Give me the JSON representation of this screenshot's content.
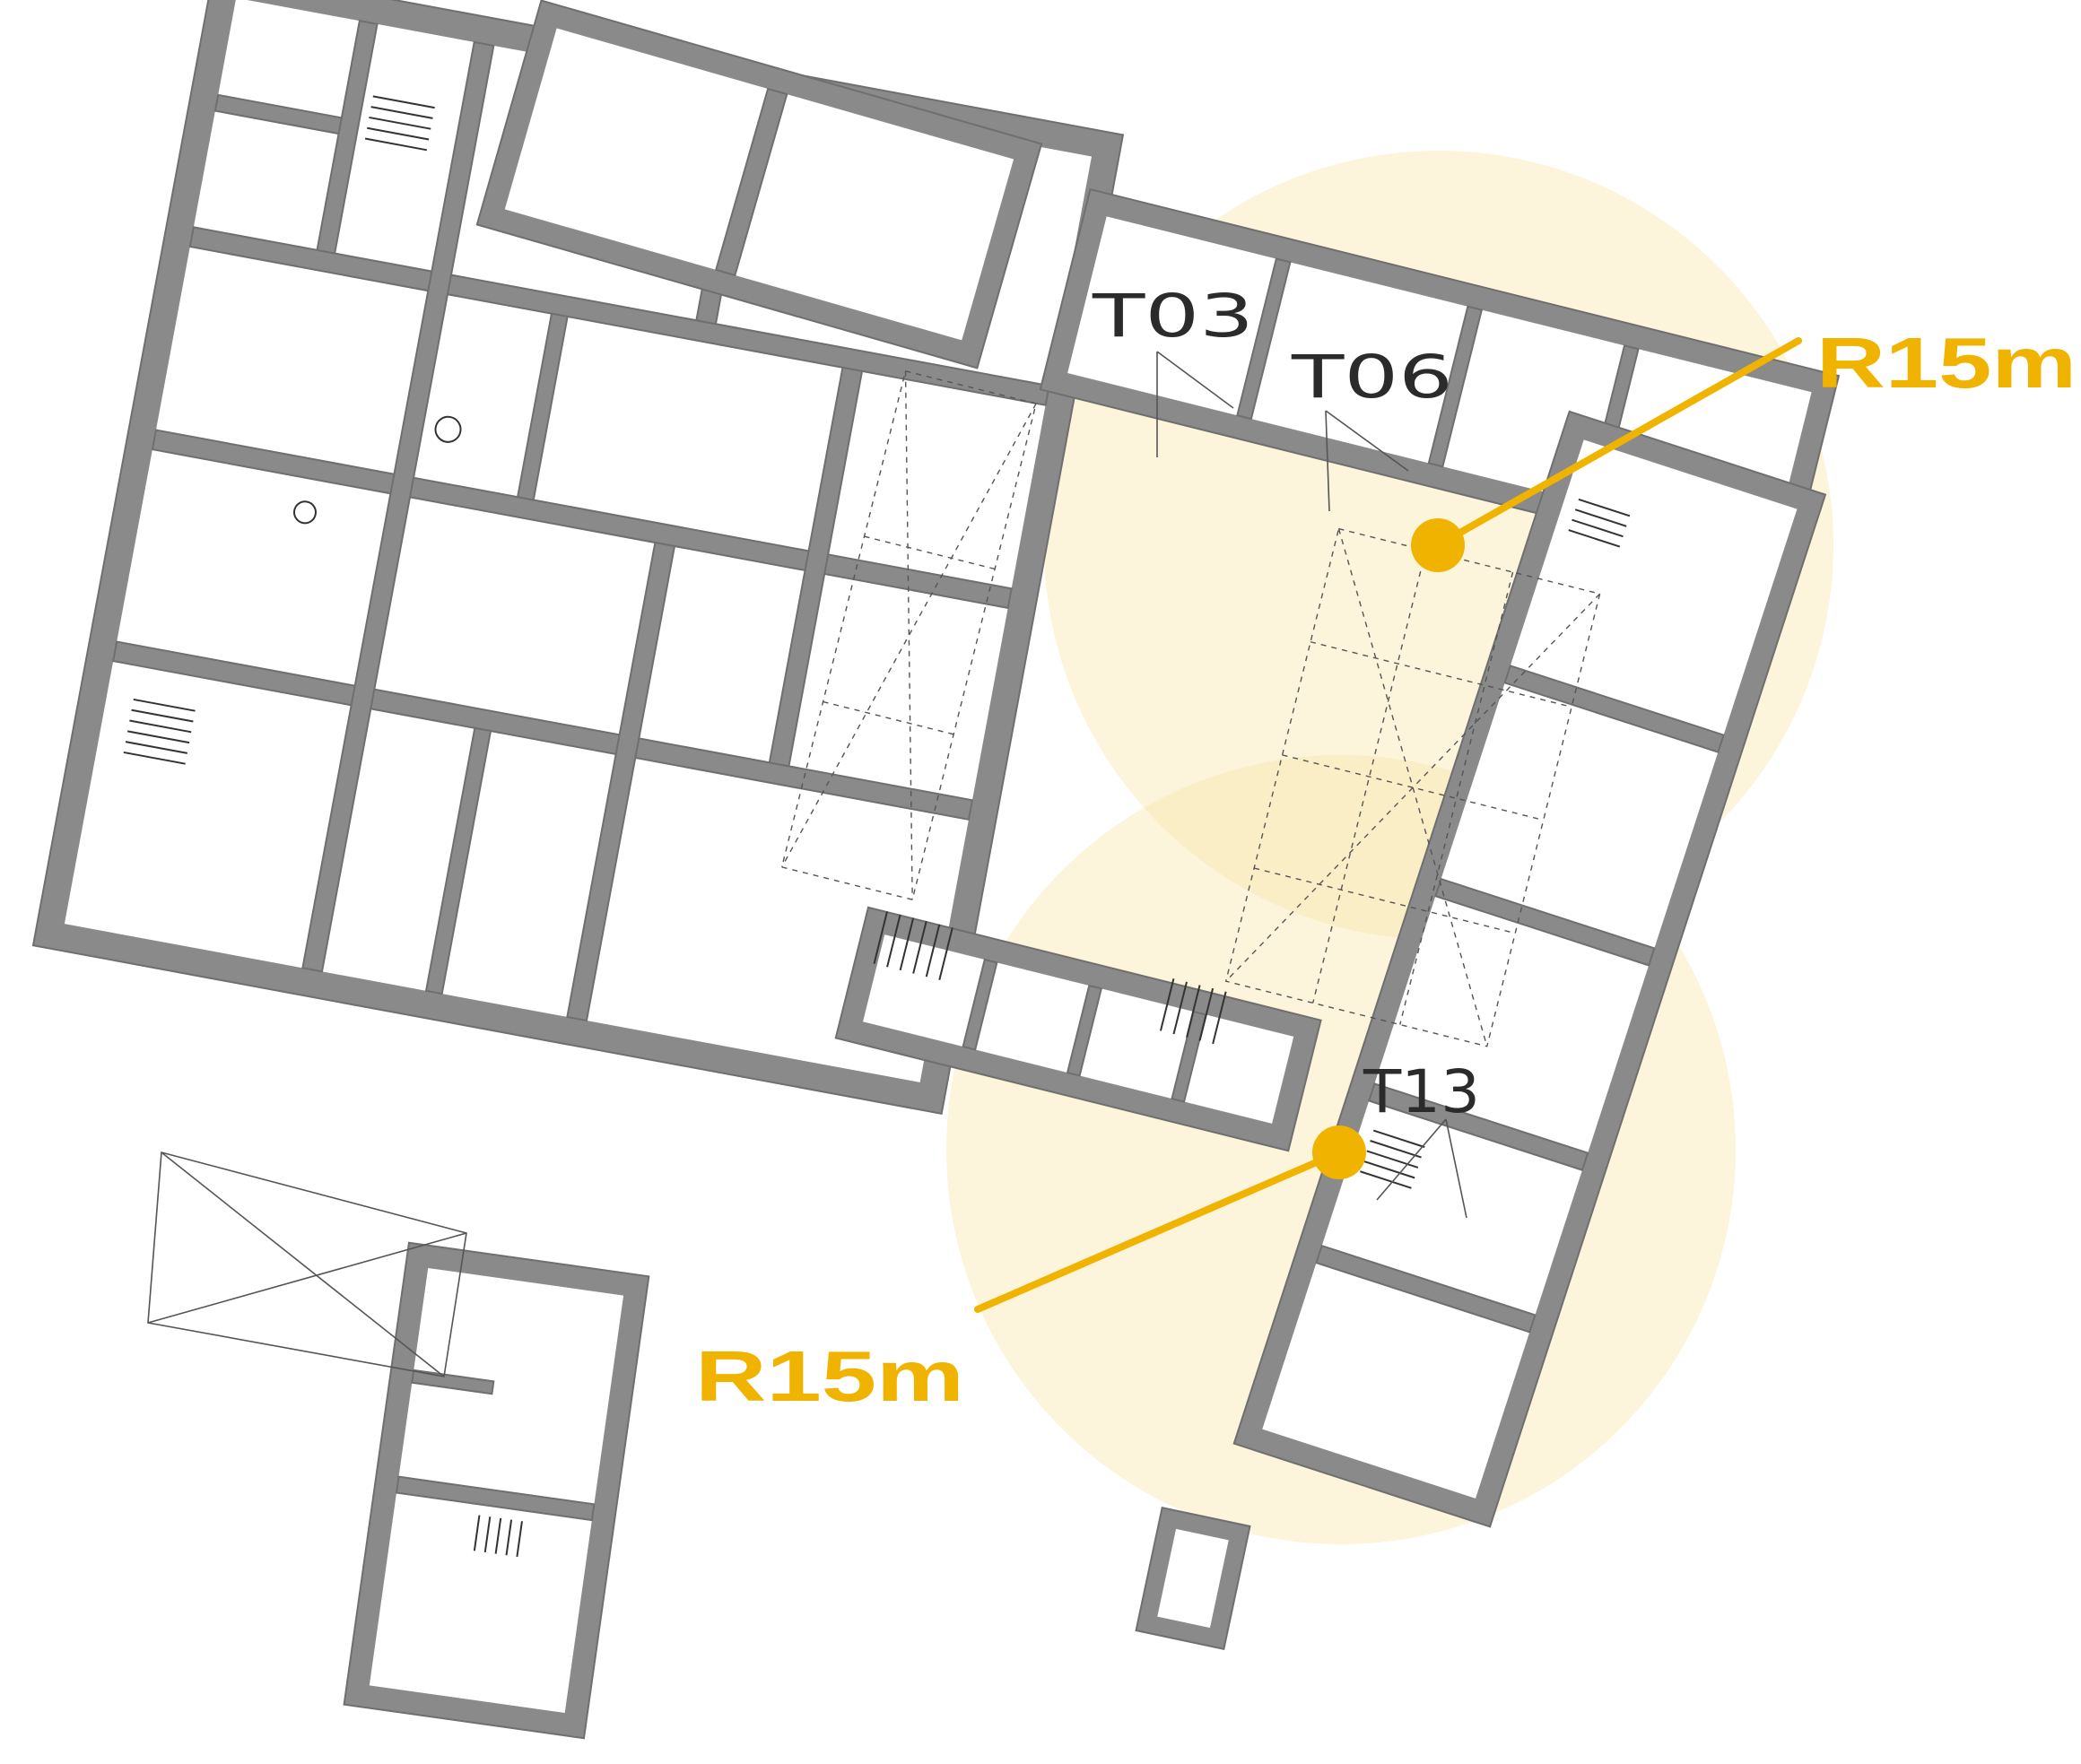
{
  "colors": {
    "wall": "#8a8a8a",
    "accent": "#f0b400",
    "zone_fill": "#fbf1cf"
  },
  "markers": [
    {
      "id": "upper",
      "radius_label": "R15m",
      "tags": [
        "T03",
        "T06"
      ]
    },
    {
      "id": "lower",
      "radius_label": "R15m",
      "tags": [
        "T13"
      ]
    }
  ]
}
